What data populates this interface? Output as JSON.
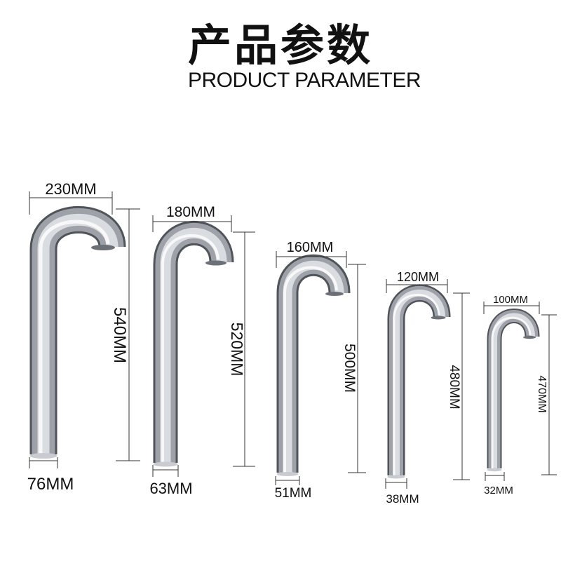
{
  "header": {
    "title_cn": "产品参数",
    "title_en": "PRODUCT PARAMETER"
  },
  "pipes": [
    {
      "width_label": "230MM",
      "height_label": "540MM",
      "diameter_label": "76MM"
    },
    {
      "width_label": "180MM",
      "height_label": "520MM",
      "diameter_label": "63MM"
    },
    {
      "width_label": "160MM",
      "height_label": "500MM",
      "diameter_label": "51MM"
    },
    {
      "width_label": "120MM",
      "height_label": "480MM",
      "diameter_label": "38MM"
    },
    {
      "width_label": "100MM",
      "height_label": "470MM",
      "diameter_label": "32MM"
    }
  ],
  "colors": {
    "metal_dark": "#5d6168",
    "metal_mid": "#a9adb3",
    "metal_light": "#f1f2f4",
    "dimension_line": "#333333"
  }
}
